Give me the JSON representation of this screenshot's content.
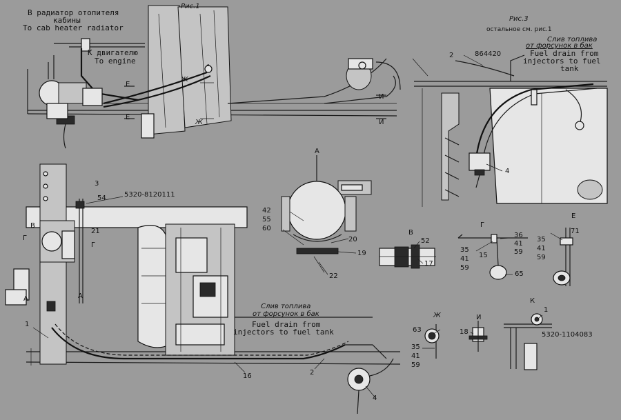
{
  "figures": {
    "fig1": {
      "caption": "Рис.1"
    },
    "fig3": {
      "caption": "Рис.3",
      "note": "остальное см. рис.1"
    }
  },
  "labels": {
    "cab_heater_ru_line1": "В радиатор отопителя",
    "cab_heater_ru_line2": "кабины",
    "cab_heater_en": "To cab heater radiator",
    "to_engine_ru": "К двигателю",
    "to_engine_en": "To engine",
    "fig3_drain_ru_line1": "Слив топлива",
    "fig3_drain_ru_line2": "от форсунок в бак",
    "fig3_drain_en_line1": "Fuel drain from",
    "fig3_drain_en_line2": "injectors to fuel",
    "fig3_drain_en_line3": "tank",
    "bottom_drain_ru_line1": "Слив топлива",
    "bottom_drain_ru_line2": "от форсунок в бак",
    "bottom_drain_en_line1": "Fuel drain from",
    "bottom_drain_en_line2": "injectors to fuel tank"
  },
  "part_numbers": {
    "p864420": "864420",
    "p5320_8120111": "5320-8120111",
    "p5320_1104083": "5320-1104083"
  },
  "section_letters": {
    "A": "А",
    "V": "В",
    "G": "Г",
    "E": "Е",
    "Zh": "Ж",
    "I": "И",
    "K": "К"
  },
  "callouts": {
    "c1": "1",
    "c2": "2",
    "c3": "3",
    "c4": "4",
    "c15": "15",
    "c16": "16",
    "c17": "17",
    "c18": "18",
    "c19": "19",
    "c20": "20",
    "c21": "21",
    "c22": "22",
    "c35": "35",
    "c36": "36",
    "c41": "41",
    "c42": "42",
    "c52": "52",
    "c54": "54",
    "c55": "55",
    "c59": "59",
    "c60": "60",
    "c63": "63",
    "c65": "65",
    "c71": "71"
  },
  "colors": {
    "paper": "#9b9b9b",
    "ink": "#111111",
    "part_fill": "#e6e6e6"
  }
}
